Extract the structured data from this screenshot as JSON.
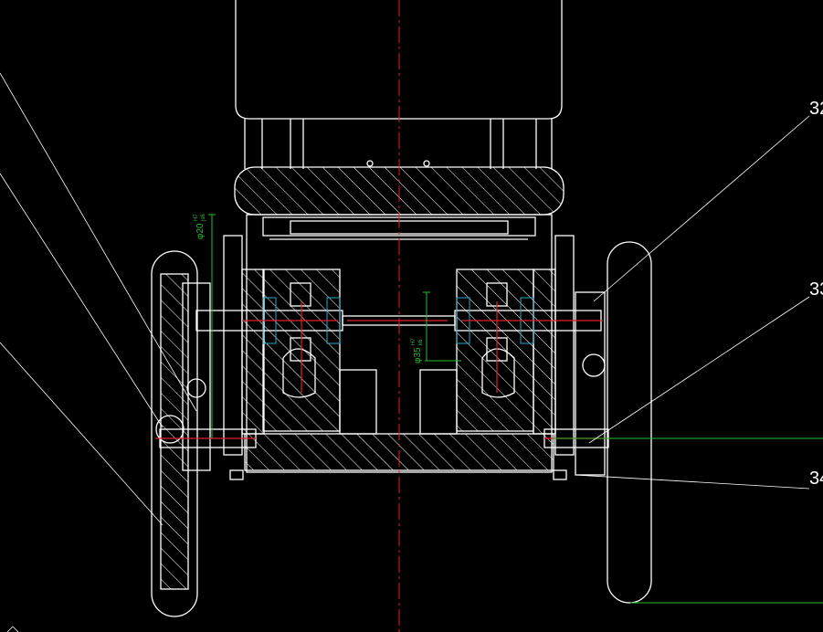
{
  "drawing": {
    "part_labels": [
      "32",
      "33",
      "34"
    ],
    "dimensions": [
      {
        "symbol": "φ20",
        "upper": "H7",
        "lower": "js6"
      },
      {
        "symbol": "φ35",
        "upper": "H7",
        "lower": "k6"
      }
    ]
  },
  "colors": {
    "background": "#000000",
    "outline": "#ffffff",
    "centerline": "#e0202a",
    "dimension": "#22c02a",
    "bearing": "#27a9c9"
  }
}
